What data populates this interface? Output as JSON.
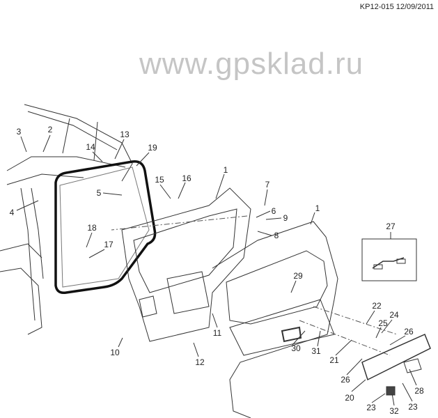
{
  "header": {
    "reference": "KP12-015 12/09/2011"
  },
  "watermark": "www.gpsklad.ru",
  "callouts": [
    "3",
    "2",
    "13",
    "14",
    "19",
    "15",
    "16",
    "1",
    "7",
    "5",
    "6",
    "9",
    "4",
    "8",
    "1",
    "27",
    "18",
    "17",
    "29",
    "22",
    "24",
    "25",
    "26",
    "11",
    "30",
    "31",
    "21",
    "10",
    "12",
    "26",
    "28",
    "20",
    "23",
    "32",
    "23"
  ]
}
